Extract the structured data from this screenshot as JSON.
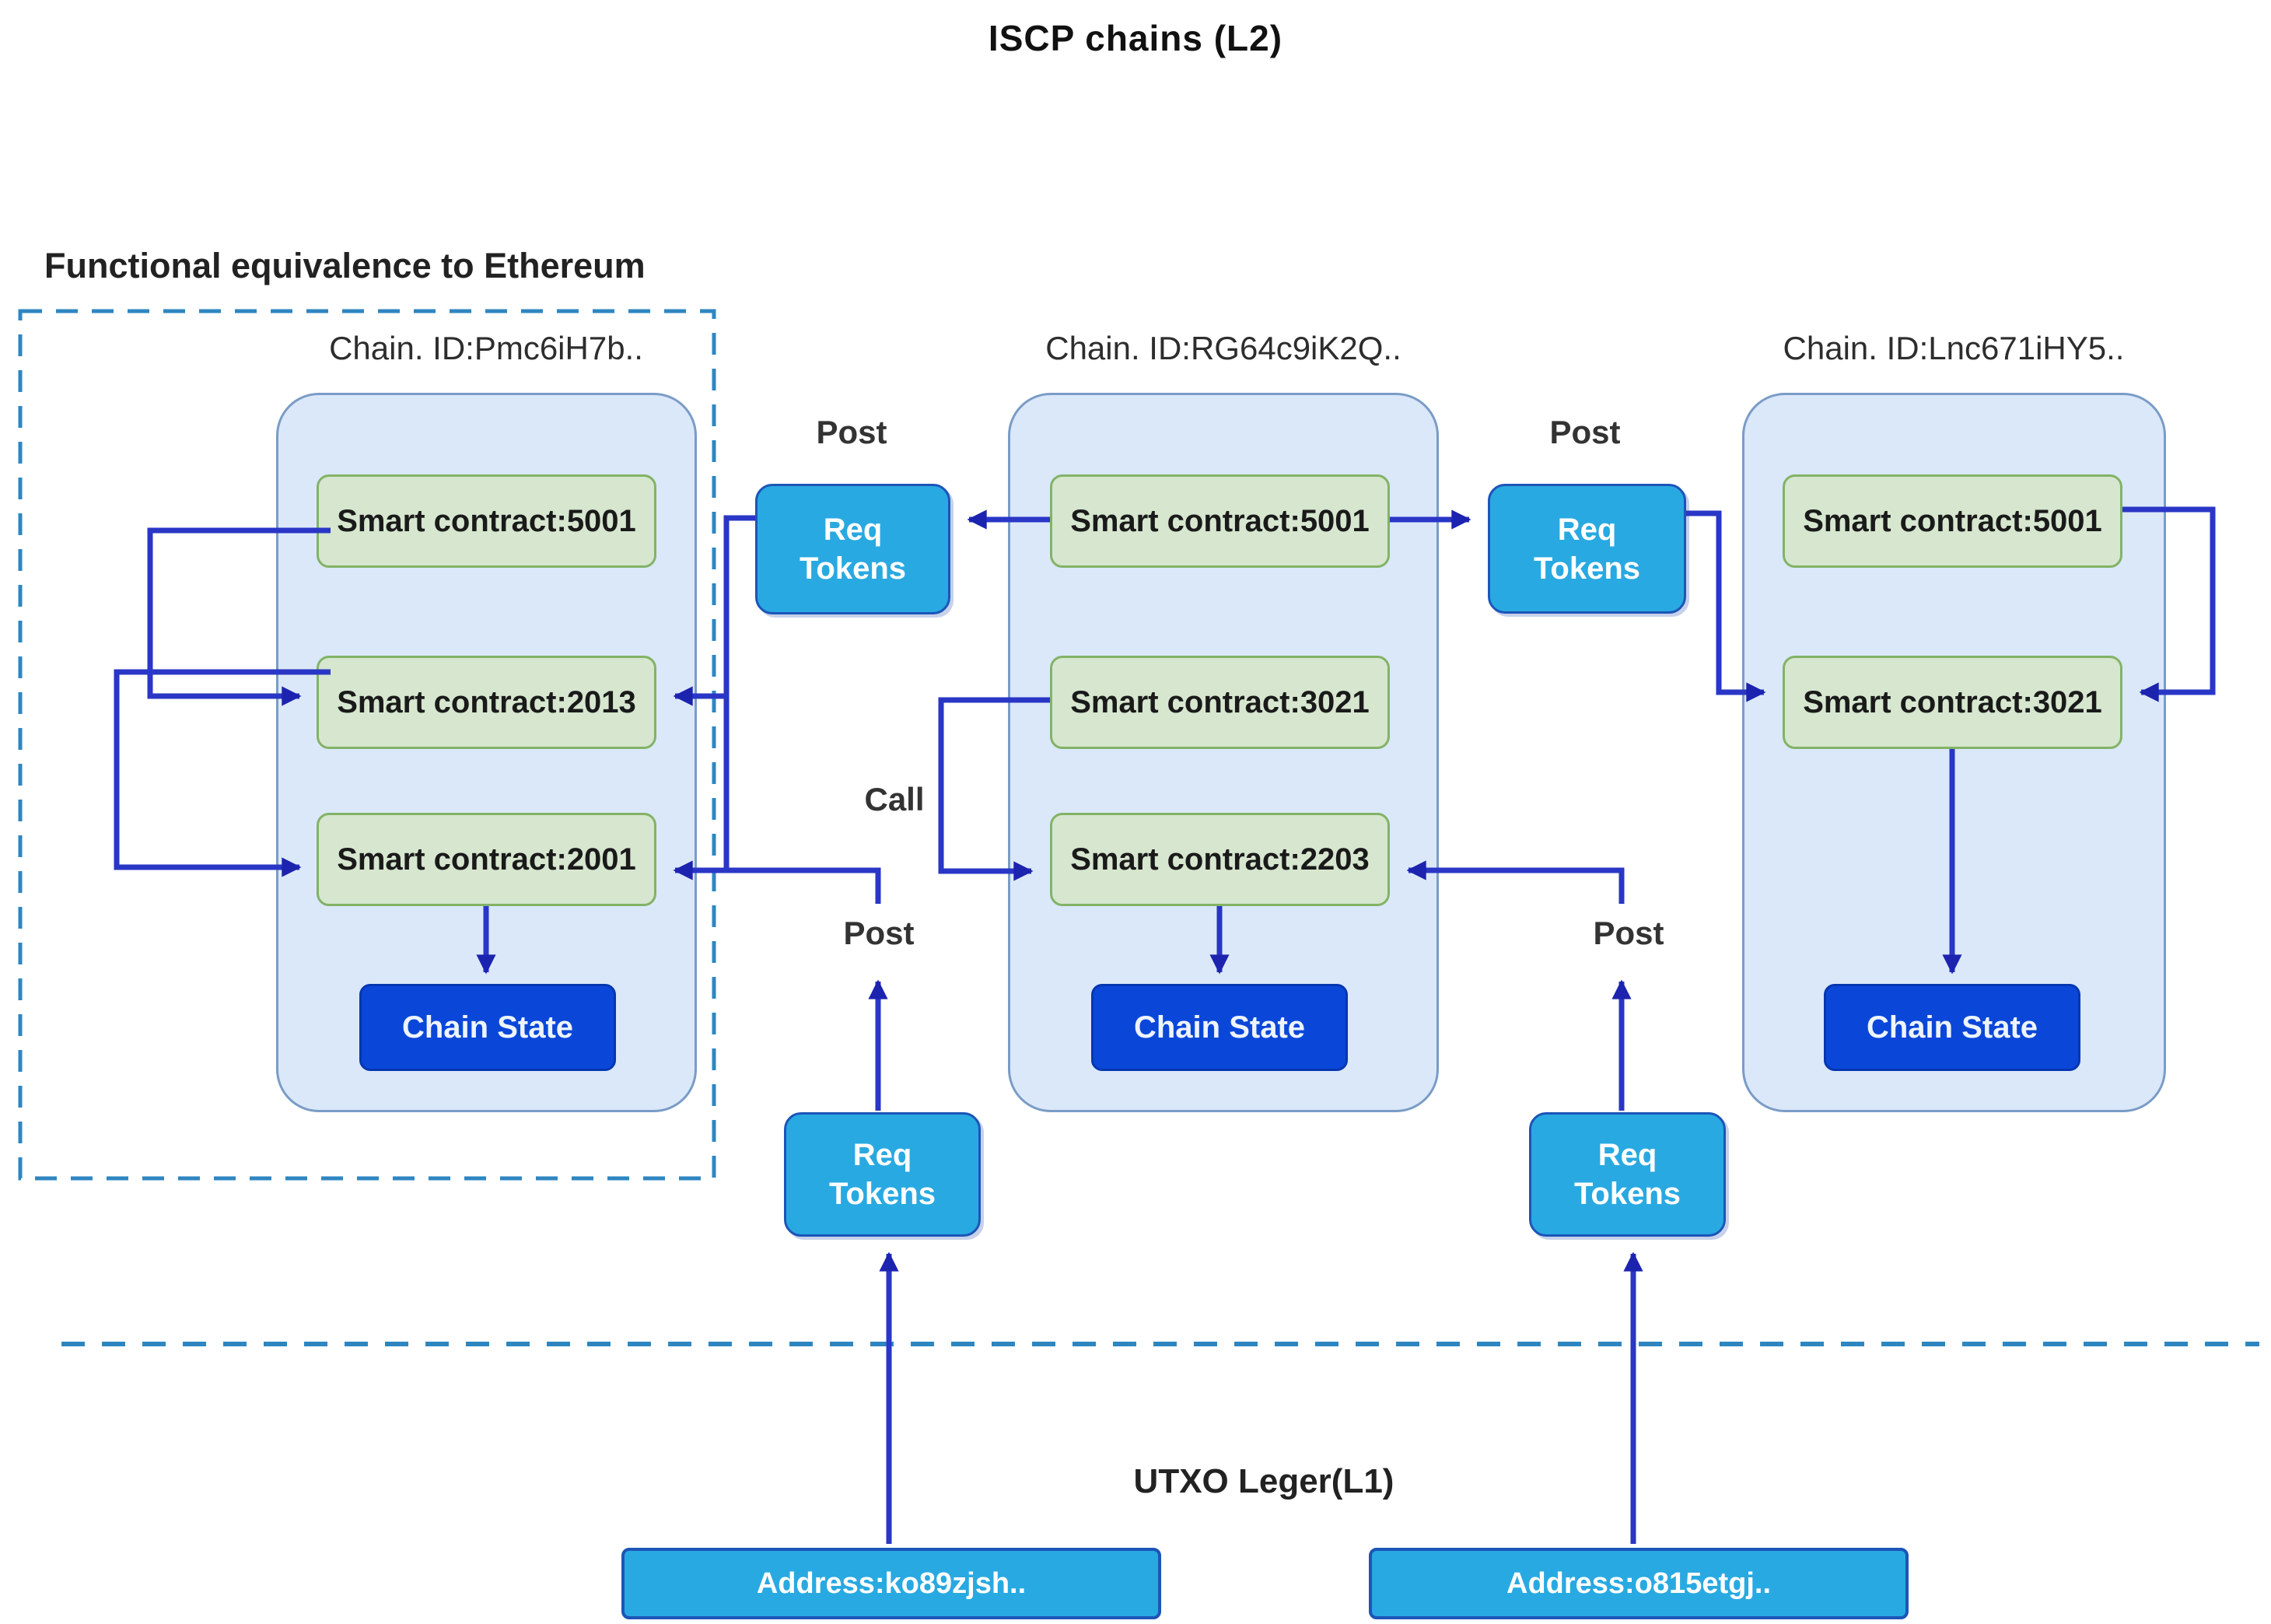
{
  "title": "ISCP chains (L2)",
  "region_labels": {
    "functional": "Functional equivalence to Ethereum",
    "ledger": "UTXO Leger(L1)"
  },
  "edge_labels": {
    "post": "Post",
    "call": "Call"
  },
  "req_tokens_label": "Req Tokens",
  "chains": [
    {
      "id": "Chain. ID:Pmc6iH7b..",
      "contracts": [
        "Smart contract:5001",
        "Smart contract:2013",
        "Smart contract:2001"
      ],
      "state": "Chain State"
    },
    {
      "id": "Chain. ID:RG64c9iK2Q..",
      "contracts": [
        "Smart contract:5001",
        "Smart contract:3021",
        "Smart contract:2203"
      ],
      "state": "Chain State"
    },
    {
      "id": "Chain. ID:Lnc671iHY5..",
      "contracts": [
        "Smart contract:5001",
        "Smart contract:3021"
      ],
      "state": "Chain State"
    }
  ],
  "addresses": [
    "Address:ko89zjsh..",
    "Address:o815etgj.."
  ],
  "colors": {
    "chain_fill": "#dbe8fa",
    "chain_border": "#7a9cc6",
    "contract_fill": "#d6e6cf",
    "contract_border": "#82b366",
    "state_fill": "#0a47d9",
    "token_fill": "#29a9e1",
    "token_border": "#1c55b8",
    "connector": "#2936c6",
    "arrowhead": "#1c23ae",
    "dashed_line": "#2e86c1"
  }
}
